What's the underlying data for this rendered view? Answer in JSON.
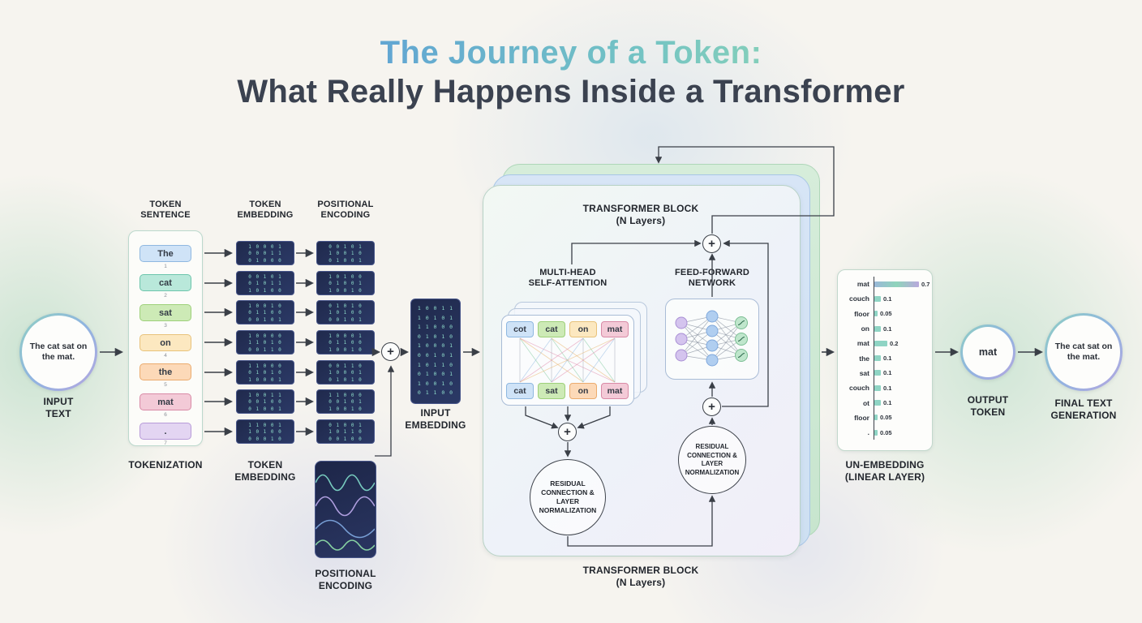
{
  "title": {
    "line1": "The Journey of a Token:",
    "line2": "What Really Happens Inside a Transformer"
  },
  "symbols": {
    "plus": "+"
  },
  "input": {
    "text": "The cat sat on the mat.",
    "label": "INPUT\nTEXT"
  },
  "tokenization": {
    "header": "TOKEN\nSENTENCE",
    "footer": "TOKENIZATION",
    "tokens": [
      {
        "text": "The",
        "num": "1"
      },
      {
        "text": "cat",
        "num": "2"
      },
      {
        "text": "sat",
        "num": "3"
      },
      {
        "text": "on",
        "num": "4"
      },
      {
        "text": "the",
        "num": "5"
      },
      {
        "text": "mat",
        "num": "6"
      },
      {
        "text": ".",
        "num": "7"
      }
    ]
  },
  "token_embedding": {
    "header": "TOKEN\nEMBEDDING",
    "footer": "TOKEN\nEMBEDDING",
    "matrices": [
      "1 0 0 0 1\n0 0 0 1 1\n0 1 0 0 0",
      "0 0 1 0 1\n0 1 0 1 1\n1 0 1 0 0",
      "1 0 0 1 0\n0 1 1 0 0\n0 0 1 0 1",
      "1 0 0 0 0\n1 1 0 1 0\n0 0 1 1 0",
      "1 1 0 0 0\n0 1 0 1 0\n1 0 0 0 1",
      "1 0 0 1 1\n0 0 1 0 0\n0 1 0 0 1",
      "1 1 0 0 1\n1 0 1 0 0\n0 0 0 1 0"
    ]
  },
  "positional_encoding": {
    "header": "POSITIONAL\nENCODING",
    "footer": "POSITIONAL\nENCODING",
    "matrices": [
      "0 0 1 0 1\n1 0 0 1 0\n0 1 0 0 1",
      "1 0 1 0 0\n0 1 0 0 1\n1 0 0 1 0",
      "0 1 0 1 0\n1 0 1 0 0\n0 0 1 0 1",
      "1 0 0 0 1\n0 1 1 0 0\n1 0 0 1 0",
      "0 0 1 1 0\n1 0 0 0 1\n0 1 0 1 0",
      "1 1 0 0 0\n0 0 1 0 1\n1 0 0 1 0",
      "0 1 0 0 1\n1 0 1 1 0\n0 0 1 0 0"
    ]
  },
  "input_embedding": {
    "label": "INPUT\nEMBEDDING",
    "matrix": "1 0 0 1 1\n1 0 1 0 1\n1 1 0 0 0\n0 1 0 1 0\n1 0 0 0 1\n0 0 1 0 1\n1 0 1 1 0\n0 1 0 0 1\n1 0 0 1 0\n0 1 1 0 0"
  },
  "transformer_block": {
    "top_label": "TRANSFORMER BLOCK\n(N Layers)",
    "bottom_label": "TRANSFORMER BLOCK\n(N Layers)",
    "attention": {
      "label": "MULTI-HEAD\nSELF-ATTENTION",
      "top_tokens": [
        "cot",
        "cat",
        "on",
        "mat"
      ],
      "bottom_tokens": [
        "cat",
        "sat",
        "on",
        "mat"
      ]
    },
    "ffn": {
      "label": "FEED-FORWARD\nNETWORK"
    },
    "residual_left": "RESIDUAL\nCONNECTION & LAYER\nNORMALIZATION",
    "residual_right": "RESIDUAL\nCONNECTION & LAYER\nNORMALIZATION"
  },
  "unembedding": {
    "label": "UN-EMBEDDING\n(LINEAR LAYER)",
    "rows": [
      {
        "token": "mat",
        "value": "0.7"
      },
      {
        "token": "couch",
        "value": "0.1"
      },
      {
        "token": "floor",
        "value": "0.05"
      },
      {
        "token": "on",
        "value": "0.1"
      },
      {
        "token": "mat",
        "value": "0.2"
      },
      {
        "token": "the",
        "value": "0.1"
      },
      {
        "token": "sat",
        "value": "0.1"
      },
      {
        "token": "couch",
        "value": "0.1"
      },
      {
        "token": "ot",
        "value": "0.1"
      },
      {
        "token": "floor",
        "value": "0.05"
      },
      {
        "token": ".",
        "value": "0.05"
      }
    ]
  },
  "output": {
    "text": "mat",
    "label": "OUTPUT\nTOKEN"
  },
  "final": {
    "text": "The cat sat on the mat.",
    "label": "FINAL TEXT\nGENERATION"
  }
}
